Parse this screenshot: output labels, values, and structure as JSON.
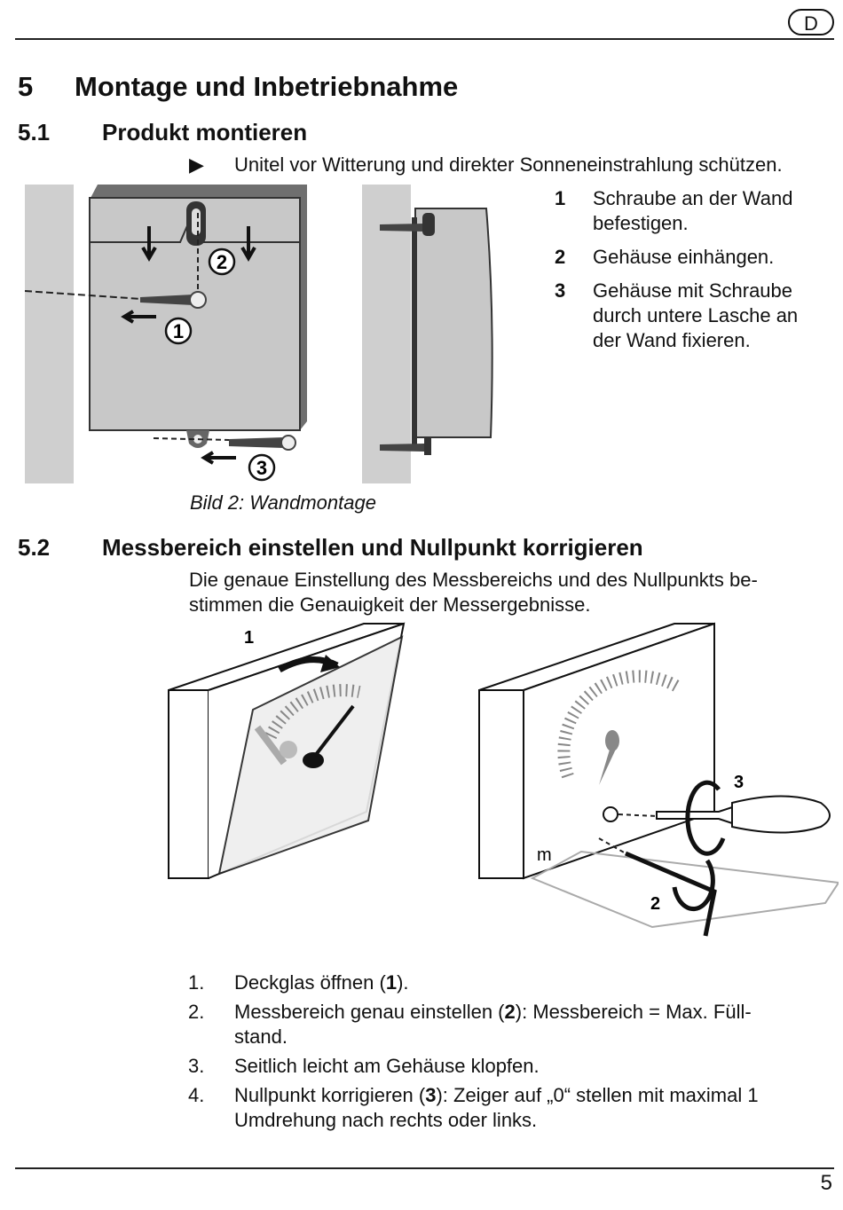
{
  "header": {
    "lang_badge": "D"
  },
  "section5": {
    "num": "5",
    "title": "Montage und Inbetriebnahme"
  },
  "section51": {
    "num": "5.1",
    "title": "Produkt montieren",
    "bullet": "Unitel vor Witterung und direkter Sonneneinstrahlung schützen.",
    "steps": [
      {
        "n": "1",
        "text": "Schraube an der Wand befestigen."
      },
      {
        "n": "2",
        "text": "Gehäuse einhängen."
      },
      {
        "n": "3",
        "text": "Gehäuse mit Schraube durch untere Lasche an der Wand fixieren."
      }
    ],
    "figure_labels": [
      "1",
      "2",
      "3"
    ],
    "caption": "Bild 2: Wandmontage"
  },
  "section52": {
    "num": "5.2",
    "title": "Messbereich einstellen und Nullpunkt korrigieren",
    "intro": "Die genaue Einstellung des Messbereichs und des Nullpunkts be- stimmen die Genauigkeit der Messergebnisse.",
    "figure_labels": [
      "1",
      "3",
      "2"
    ],
    "instructions": [
      {
        "n": "1.",
        "pre": "Deckglas öffnen (",
        "bold": "1",
        "post": ")."
      },
      {
        "n": "2.",
        "pre": "Messbereich genau einstellen (",
        "bold": "2",
        "post": "): Messbereich = Max. Füll- stand."
      },
      {
        "n": "3.",
        "pre": "Seitlich leicht am Gehäuse klopfen.",
        "bold": "",
        "post": ""
      },
      {
        "n": "4.",
        "pre": "Nullpunkt korrigieren (",
        "bold": "3",
        "post": "): Zeiger auf „0“ stellen mit maximal 1 Umdrehung nach rechts oder links."
      }
    ]
  },
  "footer": {
    "page_number": "5"
  }
}
